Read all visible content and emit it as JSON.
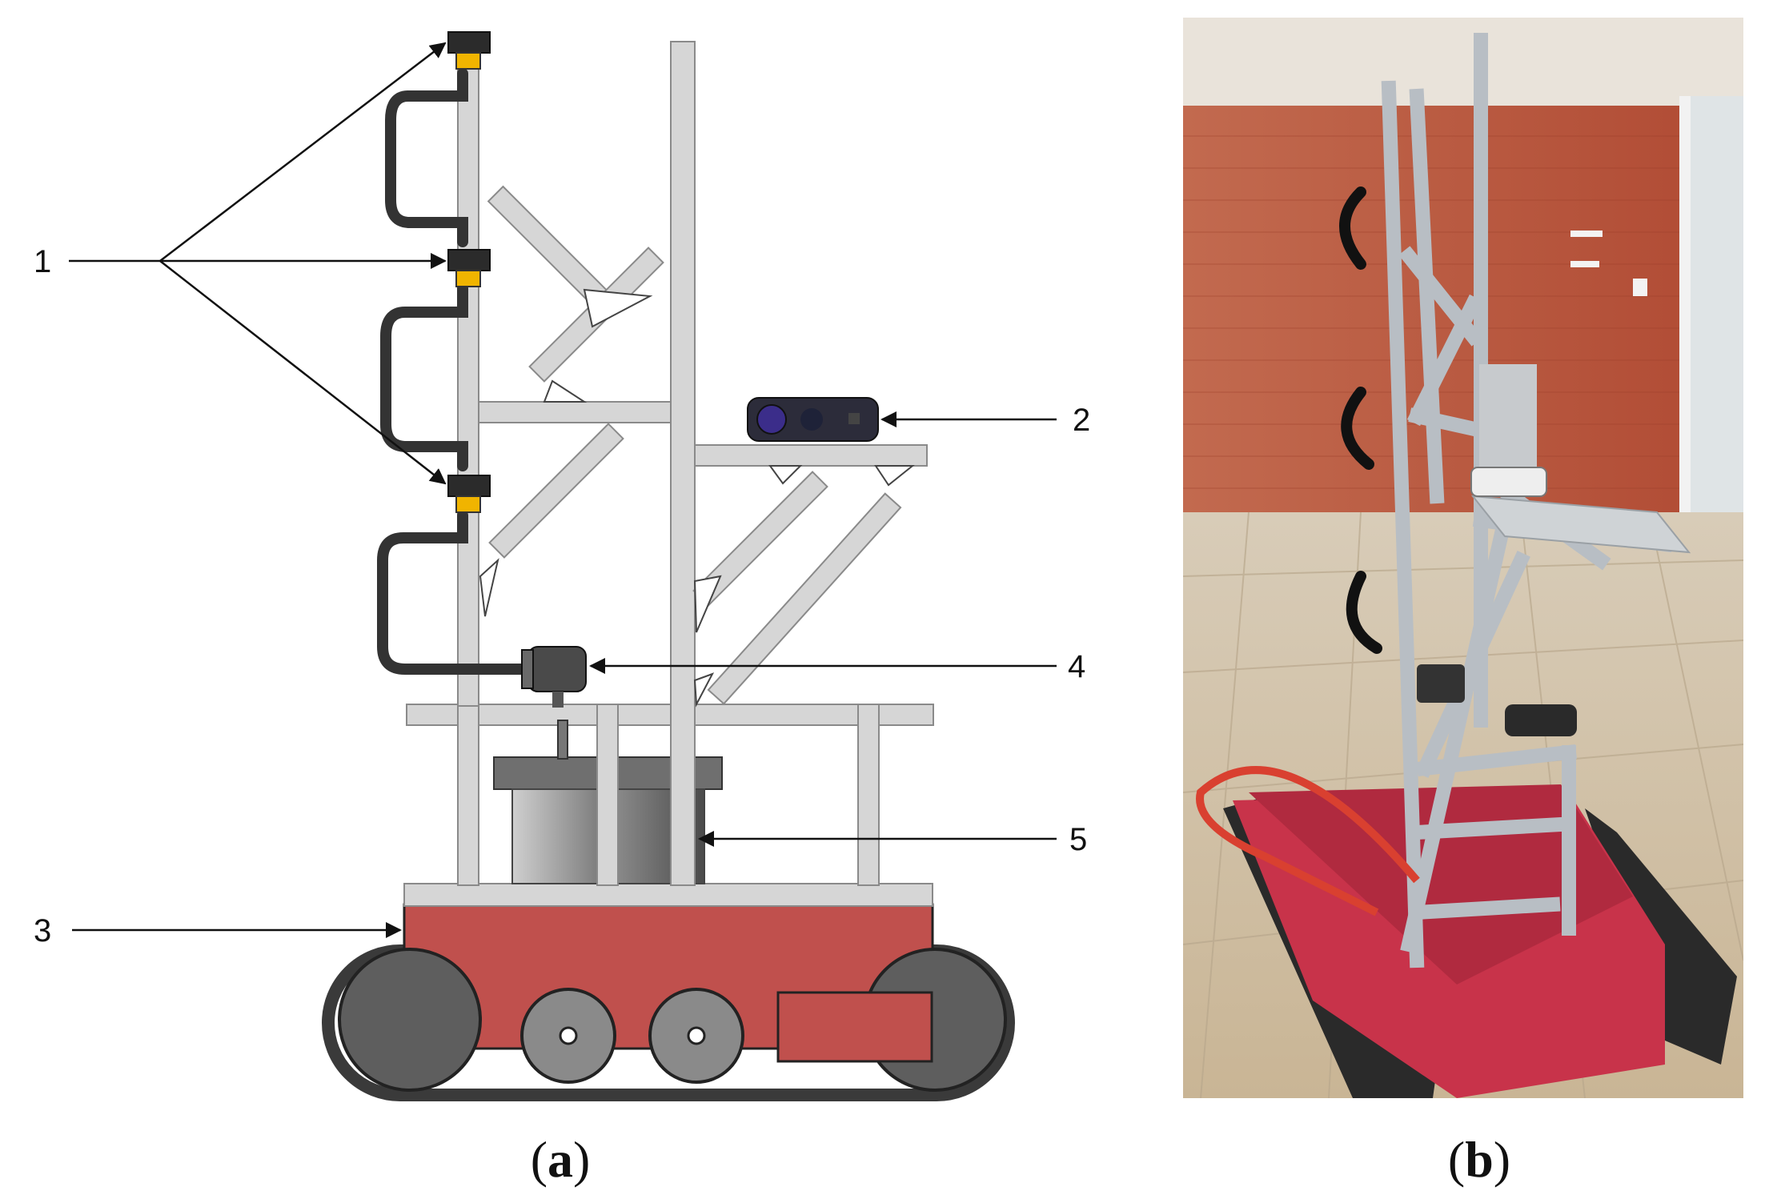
{
  "panels": [
    {
      "id": "a",
      "caption": "(a)",
      "caption_letter": "a",
      "callouts": [
        {
          "label": "1"
        },
        {
          "label": "2"
        },
        {
          "label": "3"
        },
        {
          "label": "4"
        },
        {
          "label": "5"
        }
      ]
    },
    {
      "id": "b",
      "caption": "(b)",
      "caption_letter": "b"
    }
  ],
  "colors": {
    "frame": "#d6d6d6",
    "frame_stroke": "#8a8a8a",
    "chassis": "#c0504d",
    "track": "#3a3a3a",
    "wheel": "#5e5e5e",
    "cable": "#333333",
    "sensor_yellow": "#f0b400",
    "camera_body": "#2c2c3a",
    "camera_lens": "#3b2d8a",
    "arrow": "#111111",
    "photo_wall": "#b9553c",
    "photo_floor": "#d8c7ae"
  },
  "icons": {
    "camera": "depth-camera-icon",
    "sensor": "sensor-module-icon",
    "motor": "motor-icon"
  }
}
